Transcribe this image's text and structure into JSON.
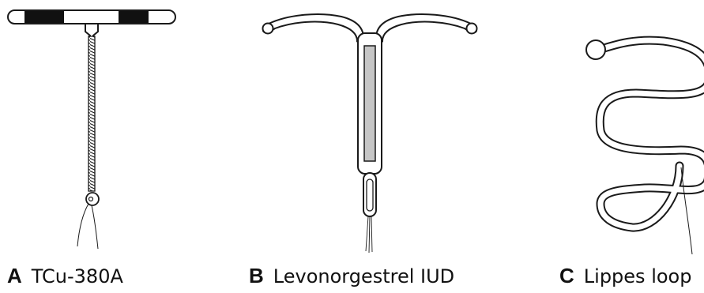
{
  "panels": [
    {
      "letter": "A",
      "name": "TCu-380A"
    },
    {
      "letter": "B",
      "name": "Levonorgestrel IUD"
    },
    {
      "letter": "C",
      "name": "Lippes loop"
    }
  ],
  "colors": {
    "line": "#1a1a1a",
    "band": "#111111",
    "reservoir": "#c6c6c6"
  }
}
